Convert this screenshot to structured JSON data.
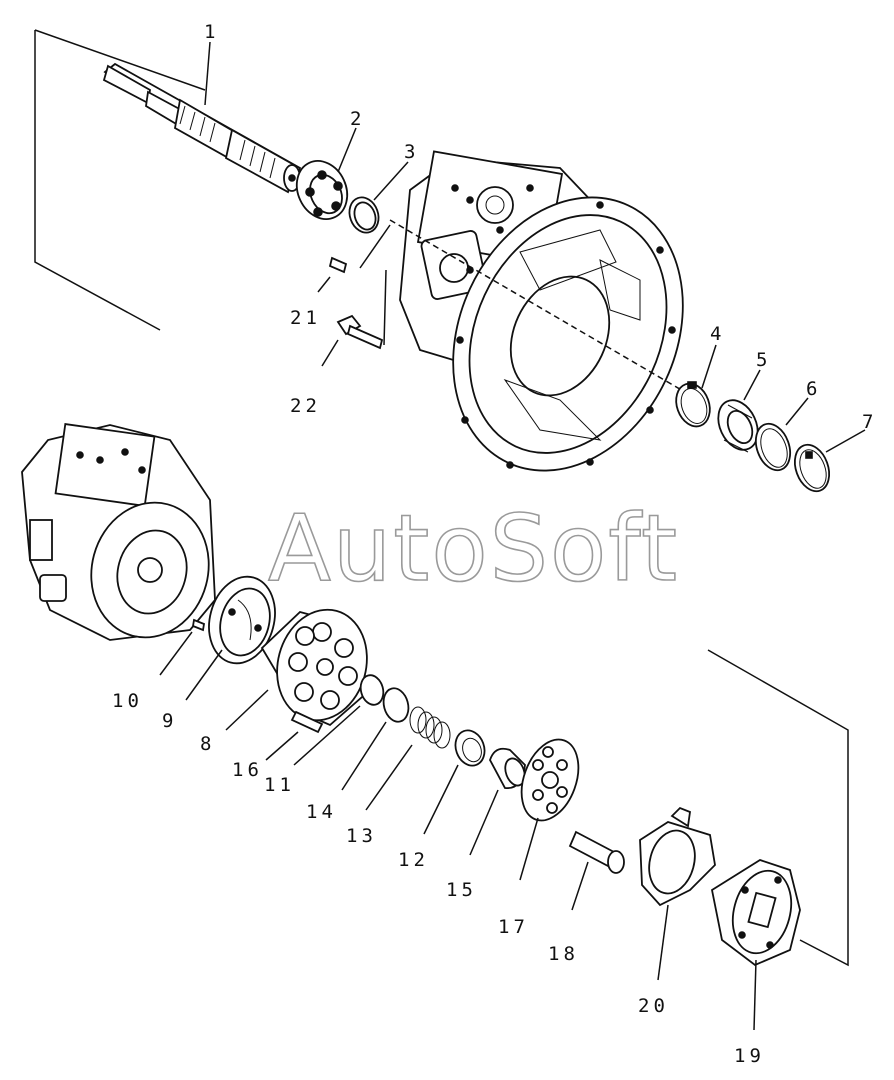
{
  "watermark": "AutoSoft",
  "callouts": [
    "1",
    "2",
    "3",
    "4",
    "5",
    "6",
    "7",
    "8",
    "9",
    "10",
    "11",
    "12",
    "13",
    "14",
    "15",
    "16",
    "17",
    "18",
    "19",
    "20",
    "21",
    "22"
  ],
  "colors": {
    "ink": "#111111",
    "paper": "#ffffff",
    "watermark": "#9a9a9a"
  }
}
